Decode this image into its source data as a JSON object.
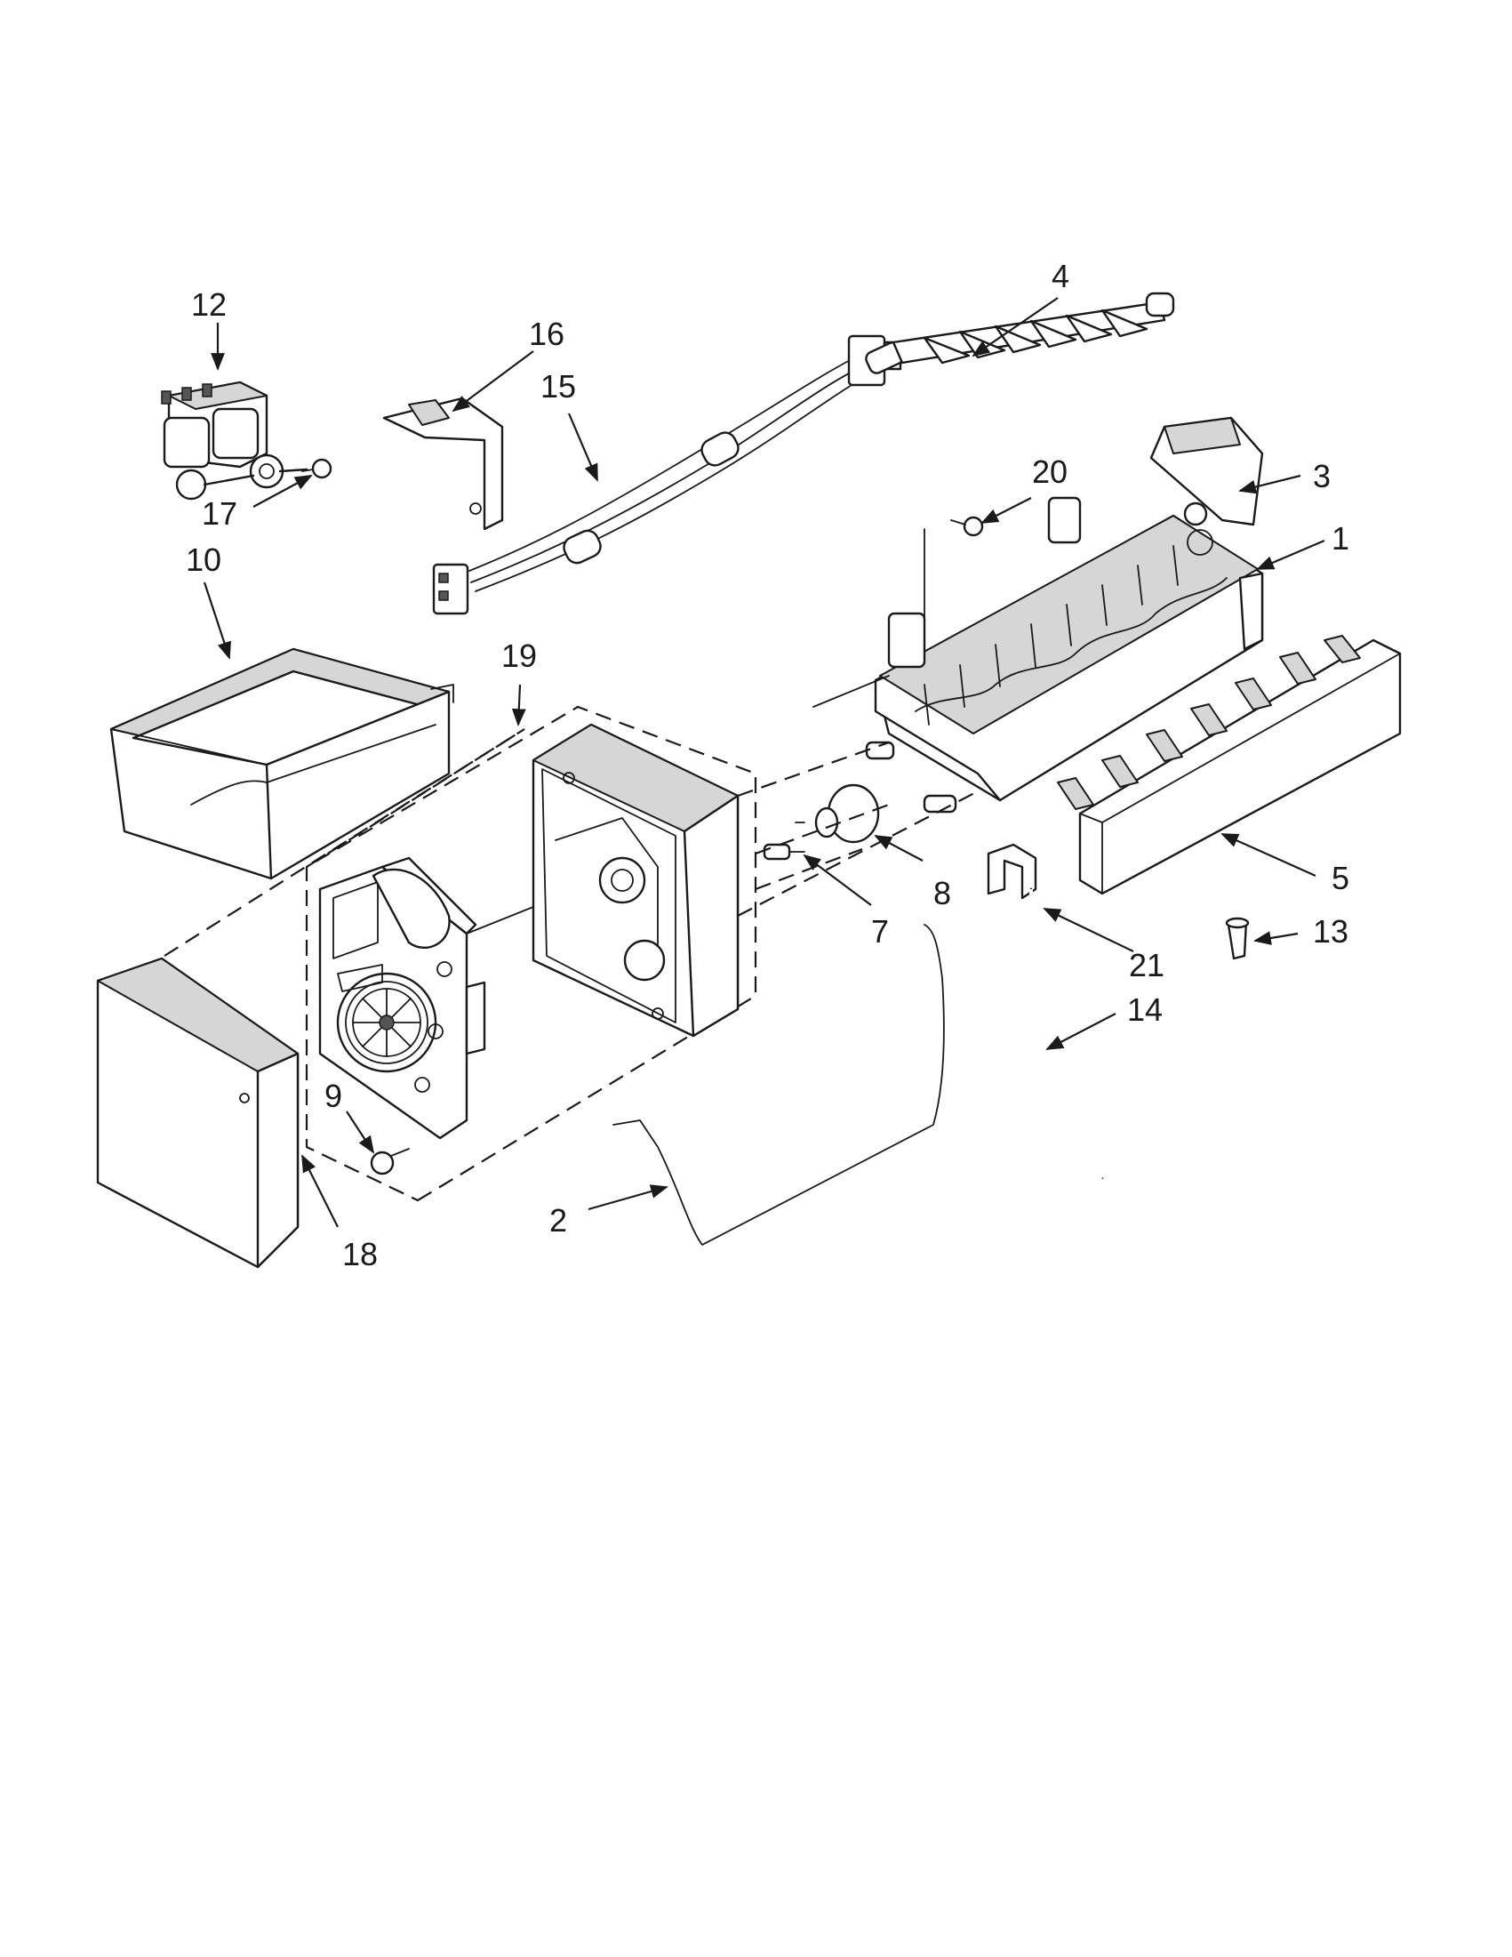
{
  "diagram": {
    "callouts": [
      {
        "id": "c1",
        "text": "1"
      },
      {
        "id": "c2",
        "text": "2"
      },
      {
        "id": "c3",
        "text": "3"
      },
      {
        "id": "c4",
        "text": "4"
      },
      {
        "id": "c5",
        "text": "5"
      },
      {
        "id": "c7",
        "text": "7"
      },
      {
        "id": "c8",
        "text": "8"
      },
      {
        "id": "c9",
        "text": "9"
      },
      {
        "id": "c10",
        "text": "10"
      },
      {
        "id": "c12",
        "text": "12"
      },
      {
        "id": "c13",
        "text": "13"
      },
      {
        "id": "c14",
        "text": "14"
      },
      {
        "id": "c15",
        "text": "15"
      },
      {
        "id": "c16",
        "text": "16"
      },
      {
        "id": "c17",
        "text": "17"
      },
      {
        "id": "c18",
        "text": "18"
      },
      {
        "id": "c19",
        "text": "19"
      },
      {
        "id": "c20",
        "text": "20"
      },
      {
        "id": "c21",
        "text": "21"
      }
    ]
  }
}
